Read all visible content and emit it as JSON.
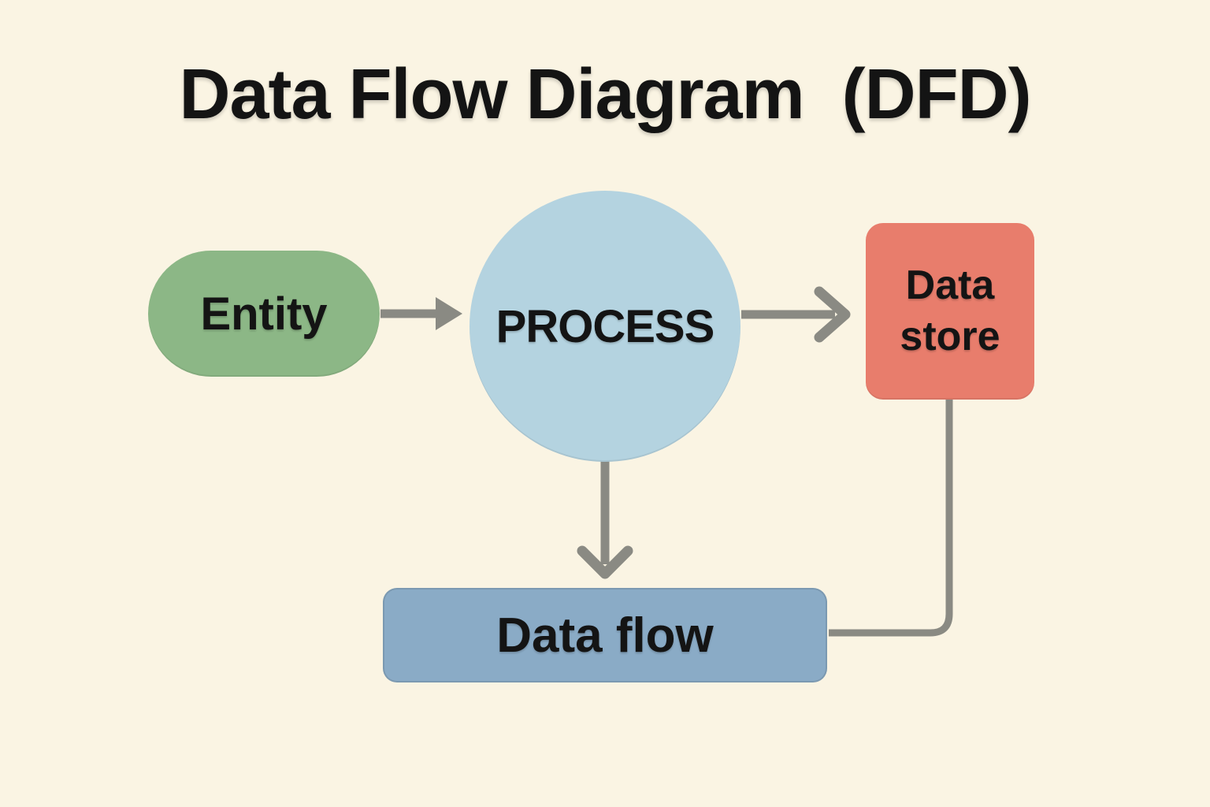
{
  "title": "Data Flow Diagram  (DFD)",
  "nodes": {
    "entity": {
      "label": "Entity",
      "shape": "rounded-pill",
      "role": "external-entity"
    },
    "process": {
      "label": "PROCESS",
      "shape": "circle",
      "role": "process"
    },
    "data_store": {
      "label": "Data store",
      "shape": "rounded-square",
      "role": "data-store"
    },
    "data_flow": {
      "label": "Data flow",
      "shape": "rounded-rectangle",
      "role": "data-flow"
    }
  },
  "edges": [
    {
      "from": "entity",
      "to": "process",
      "style": "straight-arrow-solid-head"
    },
    {
      "from": "process",
      "to": "data_store",
      "style": "straight-arrow-open-head"
    },
    {
      "from": "process",
      "to": "data_flow",
      "style": "straight-arrow-open-head"
    },
    {
      "from": "data_store",
      "to": "data_flow",
      "style": "elbow-line-no-head"
    }
  ],
  "colors": {
    "background": "#faf4e3",
    "title_text": "#141414",
    "node_text": "#141414",
    "entity_fill": "#8cb786",
    "process_fill": "#b4d3e0",
    "data_store_fill": "#e87d6c",
    "data_flow_fill": "#8aabc6",
    "arrow": "#8a8a83"
  }
}
